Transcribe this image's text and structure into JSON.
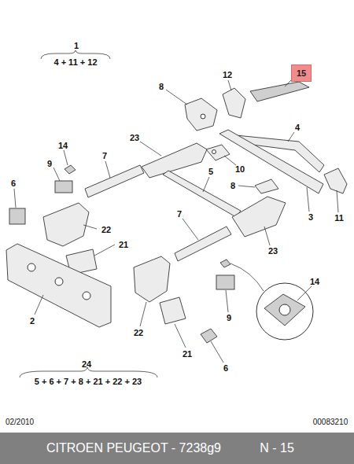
{
  "diagram": {
    "nodes": [
      {
        "text": [
          "15"
        ]
      },
      {
        "text": [
          "CITROEN PEUGEOT - 7238g9",
          "N - 15"
        ]
      }
    ],
    "edges": [],
    "labels": [
      "1",
      "4 + 11 + 12",
      "12",
      "8",
      "4",
      "14",
      "7",
      "23",
      "9",
      "10",
      "5",
      "6",
      "8",
      "3",
      "11",
      "22",
      "21",
      "7",
      "23",
      "2",
      "14",
      "22",
      "9",
      "21",
      "6",
      "24",
      "5 + 6 + 7 + 8 + 21 + 22 + 23",
      "02/2010",
      "00083210"
    ]
  }
}
